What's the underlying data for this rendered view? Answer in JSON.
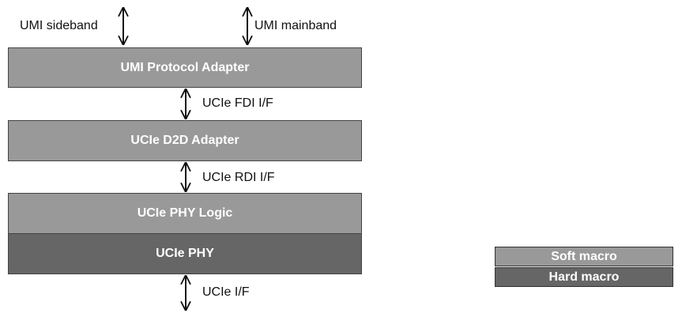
{
  "external_interfaces": {
    "sideband_label": "UMI sideband",
    "mainband_label": "UMI mainband"
  },
  "blocks": [
    {
      "label": "UMI Protocol Adapter",
      "macro": "soft"
    },
    {
      "label": "UCIe D2D Adapter",
      "macro": "soft"
    },
    {
      "label": "UCIe PHY Logic",
      "macro": "soft"
    },
    {
      "label": "UCIe PHY",
      "macro": "hard"
    }
  ],
  "interfaces": {
    "fdi_label": "UCIe FDI I/F",
    "rdi_label": "UCIe RDI I/F",
    "phy_label": "UCIe I/F"
  },
  "legend": {
    "soft_label": "Soft macro",
    "hard_label": "Hard macro"
  },
  "colors": {
    "soft_macro": "#999999",
    "hard_macro": "#666666"
  }
}
